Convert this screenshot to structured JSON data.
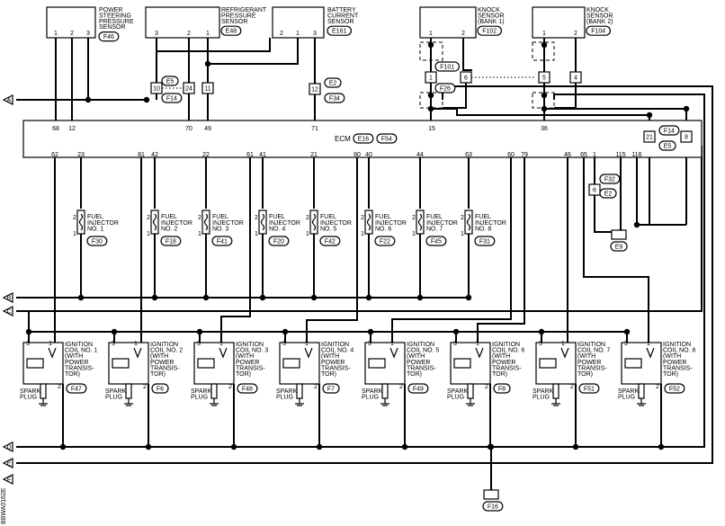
{
  "ecm": {
    "label": "ECM",
    "connectors": [
      "E16",
      "F54"
    ]
  },
  "top_components": [
    {
      "id": "ps",
      "lines": [
        "POWER",
        "STEERING",
        "PRESSURE",
        "SENSOR"
      ],
      "connector": "F46",
      "pins": [
        "1",
        "2",
        "3"
      ]
    },
    {
      "id": "rp",
      "lines": [
        "REFRIGERANT",
        "PRESSURE",
        "SENSOR"
      ],
      "connector": "E48",
      "pins": [
        "3",
        "2",
        "1"
      ]
    },
    {
      "id": "bc",
      "lines": [
        "BATTERY",
        "CURRENT",
        "SENSOR"
      ],
      "connector": "E161",
      "pins": [
        "2",
        "1",
        "3"
      ]
    },
    {
      "id": "ks1",
      "lines": [
        "KNOCK",
        "SENSOR",
        "(BANK 1)"
      ],
      "connector": "F102",
      "pins": [
        "1",
        "2"
      ]
    },
    {
      "id": "ks2",
      "lines": [
        "KNOCK",
        "SENSOR",
        "(BANK 2)"
      ],
      "connector": "F104",
      "pins": [
        "1",
        "2"
      ]
    }
  ],
  "ecm_top_pins": [
    "68",
    "12",
    "70",
    "49",
    "71",
    "15",
    "36"
  ],
  "ecm_bottom_pins": [
    "62",
    "23",
    "81",
    "42",
    "22",
    "61",
    "41",
    "21",
    "80",
    "40",
    "44",
    "63",
    "60",
    "79",
    "46",
    "65",
    "1",
    "115",
    "116"
  ],
  "joints": {
    "j10": "10",
    "j24": "24",
    "j11": "11",
    "jE5a": "E5",
    "jF14a": "F14",
    "j12": "12",
    "jE2a": "E2",
    "jF34": "F34",
    "jF101": "F101",
    "jF26": "F26",
    "j1": "1",
    "j6": "6",
    "j5": "5",
    "j4": "4",
    "j21": "21",
    "j8": "8",
    "jF14b": "F14",
    "jE5b": "E5",
    "j6b": "6",
    "jF32": "F32",
    "jE2b": "E2",
    "jE9": "E9",
    "jF16": "F16"
  },
  "injectors": [
    {
      "lines": [
        "FUEL",
        "INJECTOR",
        "NO. 1"
      ],
      "connector": "F30"
    },
    {
      "lines": [
        "FUEL",
        "INJECTOR",
        "NO. 2"
      ],
      "connector": "F18"
    },
    {
      "lines": [
        "FUEL",
        "INJECTOR",
        "NO. 3"
      ],
      "connector": "F41"
    },
    {
      "lines": [
        "FUEL",
        "INJECTOR",
        "NO. 4"
      ],
      "connector": "F20"
    },
    {
      "lines": [
        "FUEL",
        "INJECTOR",
        "NO. 5"
      ],
      "connector": "F42"
    },
    {
      "lines": [
        "FUEL",
        "INJECTOR",
        "NO. 6"
      ],
      "connector": "F22"
    },
    {
      "lines": [
        "FUEL",
        "INJECTOR",
        "NO. 7"
      ],
      "connector": "F45"
    },
    {
      "lines": [
        "FUEL",
        "INJECTOR",
        "NO. 8"
      ],
      "connector": "F31"
    }
  ],
  "injector_pins": [
    "2",
    "1"
  ],
  "coils": [
    {
      "lines": [
        "IGNITION",
        "COIL NO. 1",
        "(WITH",
        "POWER",
        "TRANSIS-",
        "TOR)"
      ],
      "connector": "F47"
    },
    {
      "lines": [
        "IGNITION",
        "COIL NO. 2",
        "(WITH",
        "POWER",
        "TRANSIS-",
        "TOR)"
      ],
      "connector": "F6"
    },
    {
      "lines": [
        "IGNITION",
        "COIL NO. 3",
        "(WITH",
        "POWER",
        "TRANSIS-",
        "TOR)"
      ],
      "connector": "F48"
    },
    {
      "lines": [
        "IGNITION",
        "COIL NO. 4",
        "(WITH",
        "POWER",
        "TRANSIS-",
        "TOR)"
      ],
      "connector": "F7"
    },
    {
      "lines": [
        "IGNITION",
        "COIL NO. 5",
        "(WITH",
        "POWER",
        "TRANSIS-",
        "TOR)"
      ],
      "connector": "F49"
    },
    {
      "lines": [
        "IGNITION",
        "COIL NO. 6",
        "(WITH",
        "POWER",
        "TRANSIS-",
        "TOR)"
      ],
      "connector": "F8"
    },
    {
      "lines": [
        "IGNITION",
        "COIL NO. 7",
        "(WITH",
        "POWER",
        "TRANSIS-",
        "TOR)"
      ],
      "connector": "F51"
    },
    {
      "lines": [
        "IGNITION",
        "COIL NO. 8",
        "(WITH",
        "POWER",
        "TRANSIS-",
        "TOR)"
      ],
      "connector": "F52"
    }
  ],
  "coil_pins": [
    "3",
    "1",
    "2"
  ],
  "spark_plug": [
    "SPARK",
    "PLUG"
  ],
  "side_arrows": [
    "A",
    "B",
    "C",
    "D",
    "E",
    "F"
  ],
  "diagram_id": "BBWA0162E"
}
